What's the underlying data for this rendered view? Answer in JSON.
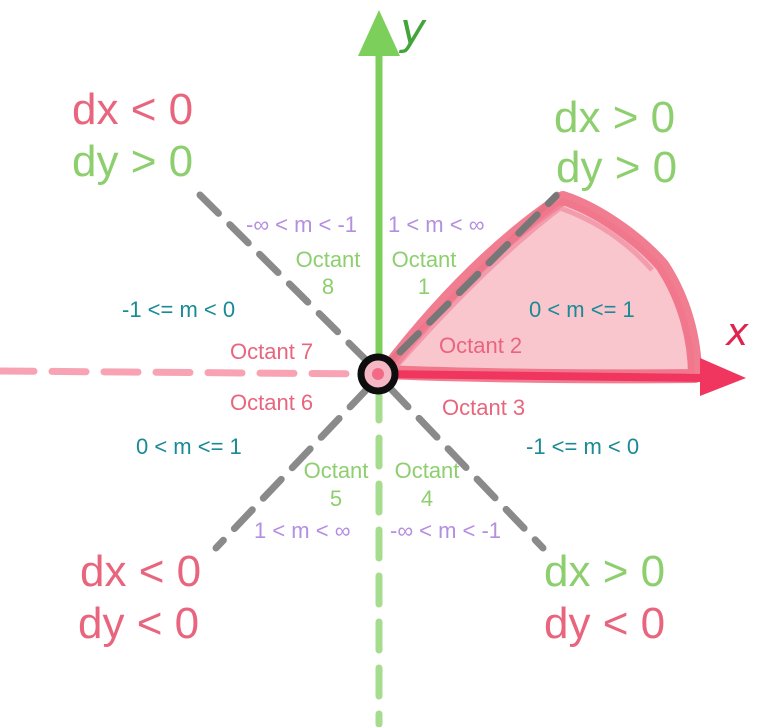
{
  "axes": {
    "y_label": "y",
    "x_label": "x"
  },
  "quadrants": {
    "top_left": {
      "dx": "dx < 0",
      "dy": "dy > 0"
    },
    "top_right": {
      "dx": "dx > 0",
      "dy": "dy > 0"
    },
    "bottom_left": {
      "dx": "dx < 0",
      "dy": "dy < 0"
    },
    "bottom_right": {
      "dx": "dx > 0",
      "dy": "dy < 0"
    }
  },
  "octants": {
    "o1": {
      "word": "Octant",
      "num": "1"
    },
    "o2": "Octant 2",
    "o3": "Octant 3",
    "o4": {
      "word": "Octant",
      "num": "4"
    },
    "o5": {
      "word": "Octant",
      "num": "5"
    },
    "o6": "Octant 6",
    "o7": "Octant 7",
    "o8": {
      "word": "Octant",
      "num": "8"
    }
  },
  "slopes": {
    "o1": "1 < m < ∞",
    "o2": "0 < m <= 1",
    "o3": "-1 <= m < 0",
    "o4": "-∞ < m < -1",
    "o5": "1 < m < ∞",
    "o6": "0 < m <= 1",
    "o7": "-1 <= m < 0",
    "o8": "-∞ < m < -1"
  },
  "colors": {
    "red": "#e8657d",
    "green": "#8dcf6e",
    "purple": "#b48ee0",
    "teal": "#1a8a96",
    "axis_red": "#f0365e",
    "triangle_fill": "#f9bcc5",
    "triangle_stroke": "#ef6f85",
    "diag_gray": "#8a8a8a"
  }
}
